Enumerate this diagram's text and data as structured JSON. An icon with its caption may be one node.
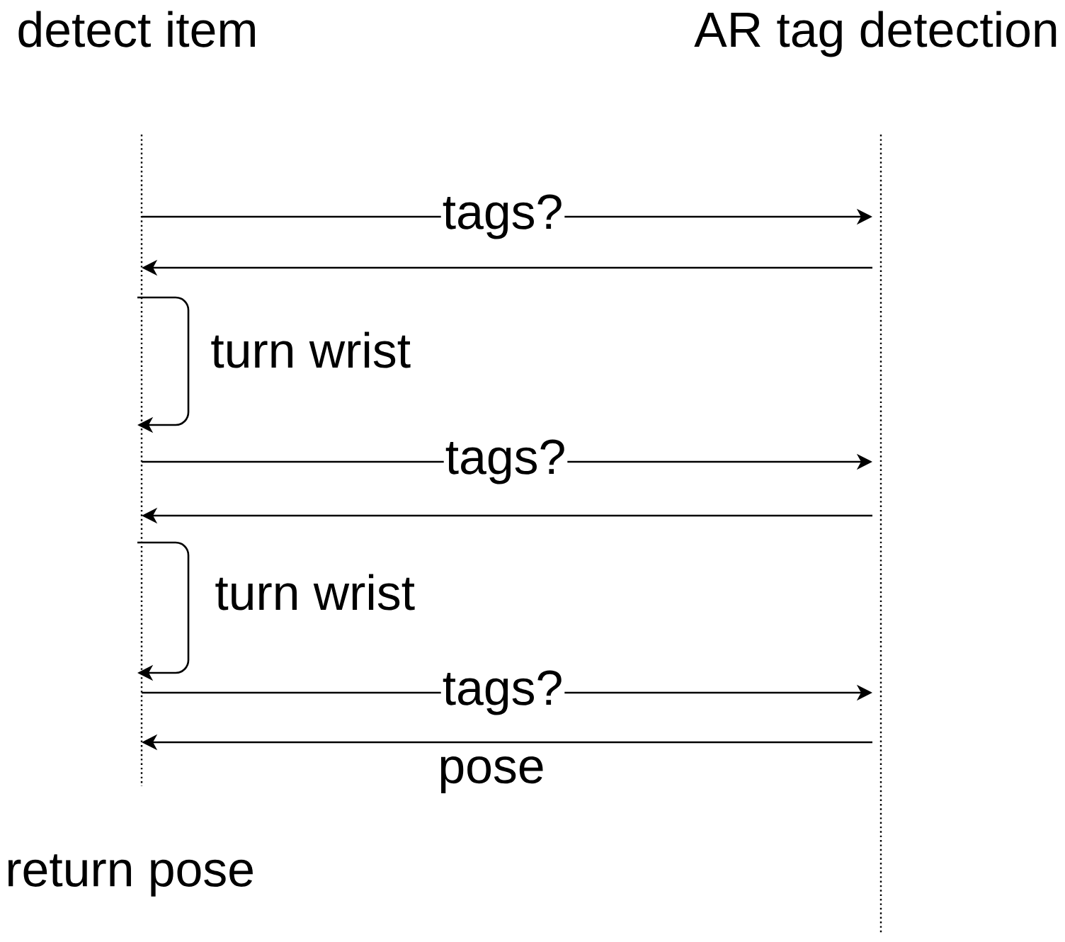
{
  "diagram": {
    "nodes": [
      {
        "text": [
          "detect item"
        ]
      },
      {
        "text": [
          "AR tag detection"
        ]
      }
    ],
    "edges": [
      {
        "from": 0,
        "to": 1,
        "arrow": "to",
        "label": "tags?"
      },
      {
        "from": 1,
        "to": 0,
        "arrow": "to"
      },
      {
        "from": 0,
        "to": 0,
        "arrow": "to",
        "label": "turn wrist"
      },
      {
        "from": 0,
        "to": 1,
        "arrow": "to",
        "label": "tags?"
      },
      {
        "from": 1,
        "to": 0,
        "arrow": "to"
      },
      {
        "from": 0,
        "to": 0,
        "arrow": "to",
        "label": "turn wrist"
      },
      {
        "from": 0,
        "to": 1,
        "arrow": "to",
        "label": "tags?"
      },
      {
        "from": 1,
        "to": 0,
        "arrow": "to",
        "label": "pose"
      }
    ],
    "labels": [
      "return pose"
    ]
  }
}
